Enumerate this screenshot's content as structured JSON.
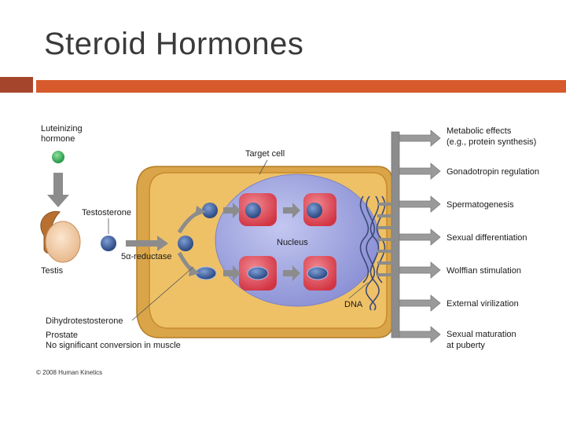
{
  "slide": {
    "title": "Steroid Hormones"
  },
  "diagram": {
    "labels": {
      "lh_line1": "Luteinizing",
      "lh_line2": "hormone",
      "testosterone": "Testosterone",
      "testis": "Testis",
      "reductase": "5α-reductase",
      "target_cell": "Target cell",
      "nucleus": "Nucleus",
      "dna": "DNA",
      "dht": "Dihydrotestosterone",
      "prostate": "Prostate",
      "no_conversion": "No significant conversion in muscle",
      "copyright": "© 2008 Human Kinetics"
    },
    "effects": [
      {
        "line1": "Metabolic effects",
        "line2": "(e.g., protein synthesis)"
      },
      {
        "line1": "Gonadotropin regulation",
        "line2": ""
      },
      {
        "line1": "Spermatogenesis",
        "line2": ""
      },
      {
        "line1": "Sexual differentiation",
        "line2": ""
      },
      {
        "line1": "Wolffian stimulation",
        "line2": ""
      },
      {
        "line1": "External virilization",
        "line2": ""
      },
      {
        "line1": "Sexual maturation",
        "line2": "at puberty"
      }
    ],
    "colors": {
      "cell_fill": "#eec167",
      "cell_edge": "#c98a2c",
      "nucleus_fill": "#a6abe0",
      "receptor_fill": "#e04451",
      "hormone_fill": "#3c5c9a",
      "arrow_gray": "#8c8c8c",
      "lh_green": "#3cae5a",
      "testis_orange": "#c98a45"
    }
  }
}
